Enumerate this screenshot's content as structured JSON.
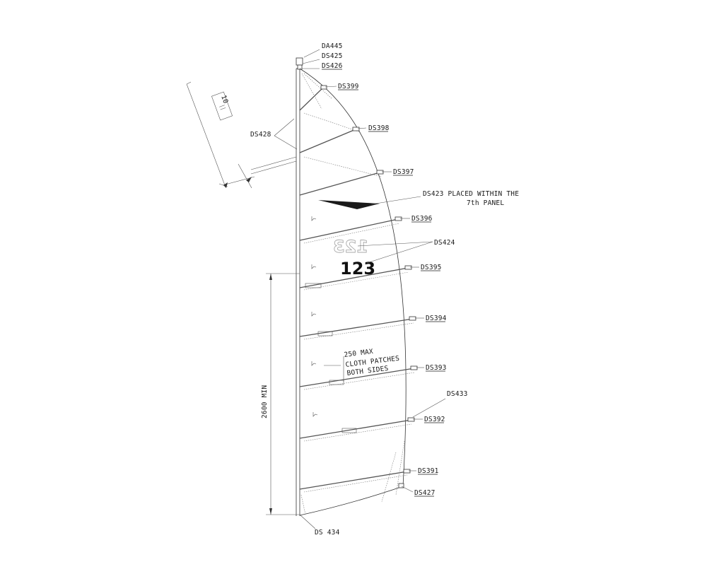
{
  "labels": {
    "da445": "DA445",
    "ds425": "DS425",
    "ds426": "DS426",
    "ds399": "DS399",
    "ds398": "DS398",
    "ds397": "DS397",
    "ds428": "DS428",
    "ds423_line1": "DS423 PLACED WITHIN THE",
    "ds423_line2": "7th  PANEL",
    "ds396": "DS396",
    "ds424": "DS424",
    "ds395": "DS395",
    "ds394": "DS394",
    "ds393": "DS393",
    "ds433": "DS433",
    "ds392": "DS392",
    "ds391": "DS391",
    "ds427": "DS427",
    "ds434": "DS 434"
  },
  "sail_number": "123",
  "sail_number_mirrored": "123",
  "patch_note": {
    "line1": "250 MAX",
    "line2": "CLOTH PATCHES",
    "line3": "BOTH SIDES"
  },
  "dimension_luff": "2600  MIN",
  "inset_dimension": "10",
  "colors": {
    "line": "#333333",
    "ink": "#1a1a1a",
    "background": "#ffffff"
  }
}
